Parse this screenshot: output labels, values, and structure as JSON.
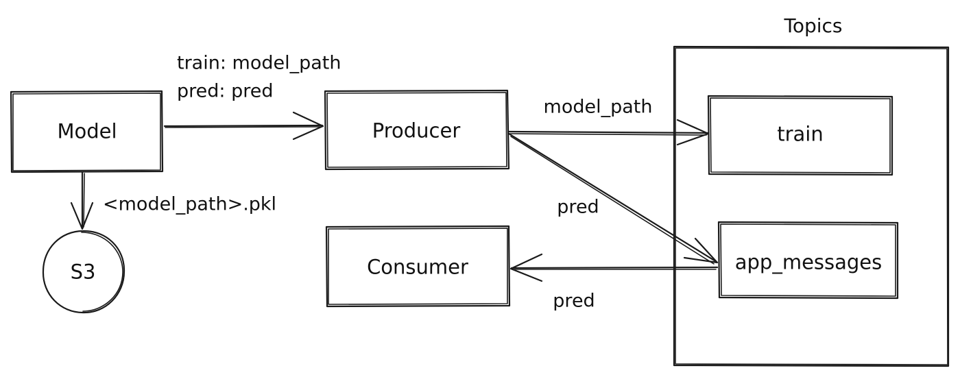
{
  "group": {
    "title": "Topics"
  },
  "nodes": {
    "model": {
      "label": "Model"
    },
    "producer": {
      "label": "Producer"
    },
    "consumer": {
      "label": "Consumer"
    },
    "s3": {
      "label": "S3"
    },
    "train": {
      "label": "train"
    },
    "app_messages": {
      "label": "app_messages"
    }
  },
  "edges": {
    "model_to_producer": {
      "line1": "train: model_path",
      "line2": "pred: pred"
    },
    "model_to_s3": {
      "label": "<model_path>.pkl"
    },
    "producer_to_train": {
      "label": "model_path"
    },
    "producer_to_app_messages": {
      "label": "pred"
    },
    "app_messages_to_consumer": {
      "label": "pred"
    }
  },
  "colors": {
    "stroke": "#1a1a1a",
    "text": "#111111",
    "background": "#ffffff"
  }
}
